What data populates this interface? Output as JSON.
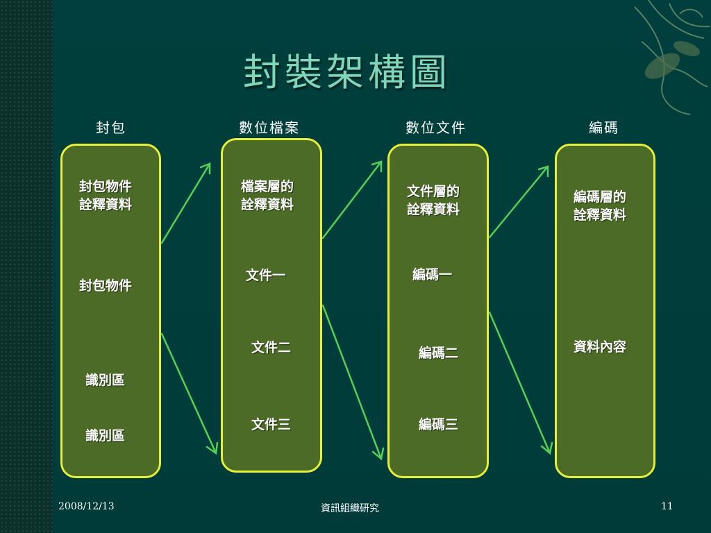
{
  "title": "封裝架構圖",
  "columns": [
    {
      "heading": "封包",
      "items": [
        [
          "封包物件",
          "詮釋資料"
        ],
        [
          "封包物件"
        ],
        [
          "識別區"
        ],
        [
          "識別區"
        ]
      ]
    },
    {
      "heading": "數位檔案",
      "items": [
        [
          "檔案層的",
          "詮釋資料"
        ],
        [
          "文件一"
        ],
        [
          "文件二"
        ],
        [
          "文件三"
        ]
      ]
    },
    {
      "heading": "數位文件",
      "items": [
        [
          "文件層的",
          "詮釋資料"
        ],
        [
          "編碼一"
        ],
        [
          "編碼二"
        ],
        [
          "編碼三"
        ]
      ]
    },
    {
      "heading": "編碼",
      "items": [
        [
          "編碼層的",
          "詮釋資料"
        ],
        [
          "資料內容"
        ]
      ]
    }
  ],
  "footer": {
    "date": "2008/12/13",
    "center": "資訊組織研究",
    "page": "11"
  },
  "colors": {
    "box_fill": "#4b6b27",
    "box_border": "#e8ef3a",
    "arrow": "#55d155",
    "title": "#7fd6b8"
  }
}
